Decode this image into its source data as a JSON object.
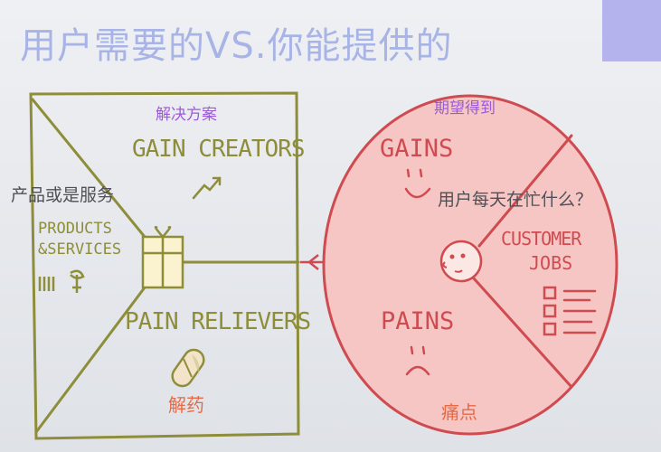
{
  "slide": {
    "title": "用户需要的VS.你能提供的"
  },
  "left_box": {
    "top_label": "解决方案",
    "gain_creators": "GAIN CREATORS",
    "products_services_line1": "PRODUCTS",
    "products_services_line2": "&SERVICES",
    "products_caption": "产品或是服务",
    "pain_relievers": "PAIN RELIEVERS",
    "pain_relievers_caption": "解药"
  },
  "right_circle": {
    "top_label": "期望得到",
    "gains": "GAINS",
    "customer_jobs_line1": "CUSTOMER",
    "customer_jobs_line2": "JOBS",
    "jobs_caption": "用户每天在忙什么？",
    "pains": "PAINS",
    "pains_caption": "痛点"
  },
  "colors": {
    "olive": "#8e8d3a",
    "red": "#cf4b50",
    "pink_fill": "#f6c6c5",
    "purple": "#9b5bd6",
    "orange": "#e56a45",
    "title": "#a9b4e6"
  }
}
